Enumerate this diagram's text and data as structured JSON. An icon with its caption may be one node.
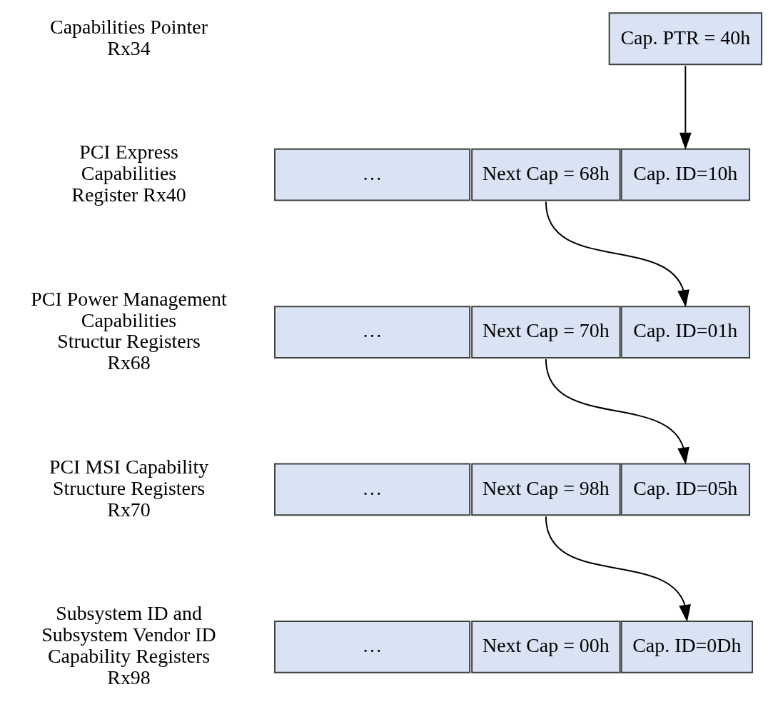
{
  "diagram": {
    "nodes": [
      {
        "text": [
          "Cap. PTR = 40h"
        ]
      },
      {
        "text": [
          "…"
        ]
      },
      {
        "text": [
          "Next Cap = 68h"
        ]
      },
      {
        "text": [
          "Cap. ID=10h"
        ]
      },
      {
        "text": [
          "…"
        ]
      },
      {
        "text": [
          "Next Cap = 70h"
        ]
      },
      {
        "text": [
          "Cap. ID=01h"
        ]
      },
      {
        "text": [
          "…"
        ]
      },
      {
        "text": [
          "Next Cap = 98h"
        ]
      },
      {
        "text": [
          "Cap. ID=05h"
        ]
      },
      {
        "text": [
          "…"
        ]
      },
      {
        "text": [
          "Next Cap = 00h"
        ]
      },
      {
        "text": [
          "Cap. ID=0Dh"
        ]
      }
    ],
    "edges": [
      {
        "from": 0,
        "to": 3,
        "arrow": "to"
      },
      {
        "from": 2,
        "to": 6,
        "arrow": "to"
      },
      {
        "from": 5,
        "to": 9,
        "arrow": "to"
      },
      {
        "from": 8,
        "to": 12,
        "arrow": "to"
      }
    ],
    "labels": [
      "Capabilities Pointer Rx34",
      "PCI Express Capabilities Register Rx40",
      "PCI Power Management Capabilities Structur Registers Rx68",
      "PCI MSI Capability Structure Registers Rx70",
      "Subsystem ID and Subsystem Vendor ID Capability Registers Rx98"
    ]
  }
}
